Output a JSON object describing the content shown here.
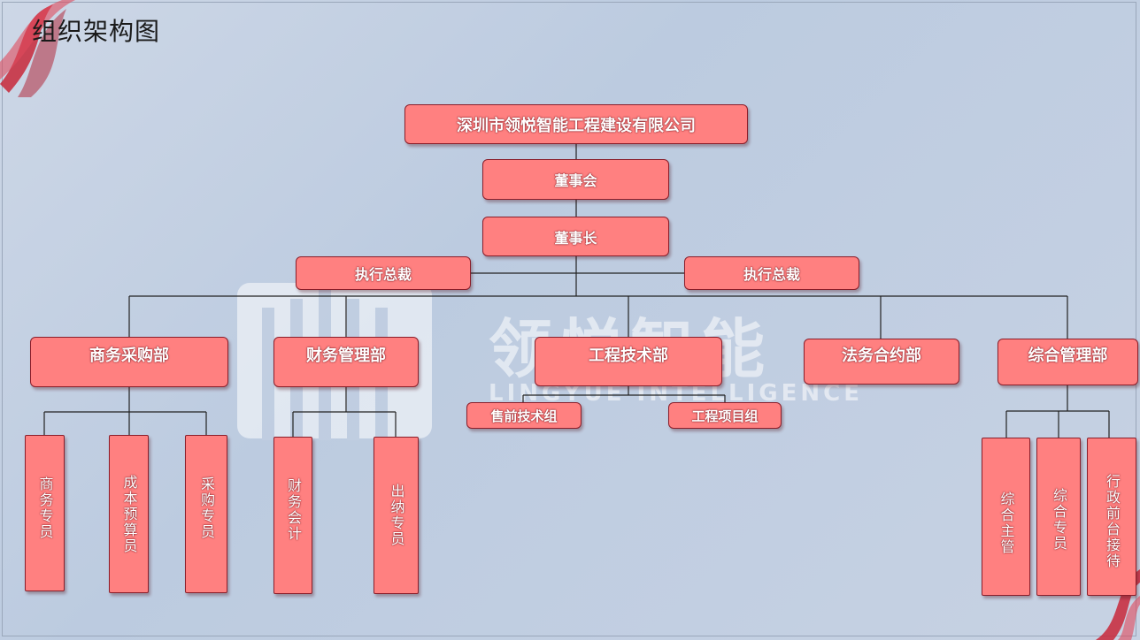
{
  "title": "组织架构图",
  "watermark": {
    "text": "领悦智能",
    "subtext": "LINGYUE INTELLIGENCE"
  },
  "colors": {
    "box_fill": "#ff8080",
    "box_border": "#8a1e2a",
    "line": "#222222",
    "background": "#c4d0e2"
  },
  "org": {
    "company": "深圳市领悦智能工程建设有限公司",
    "board": "董事会",
    "chairman": "董事长",
    "executives": [
      "执行总裁",
      "执行总裁"
    ],
    "departments": {
      "business": {
        "name": "商务采购部",
        "roles": [
          "商务专员",
          "成本预算员",
          "采购专员"
        ]
      },
      "finance": {
        "name": "财务管理部",
        "roles": [
          "财务会计",
          "出纳专员"
        ]
      },
      "engineering": {
        "name": "工程技术部",
        "groups": [
          "售前技术组",
          "工程项目组"
        ]
      },
      "legal": {
        "name": "法务合约部"
      },
      "admin": {
        "name": "综合管理部",
        "roles": [
          "综合主管",
          "综合专员",
          "行政前台接待"
        ]
      }
    }
  }
}
